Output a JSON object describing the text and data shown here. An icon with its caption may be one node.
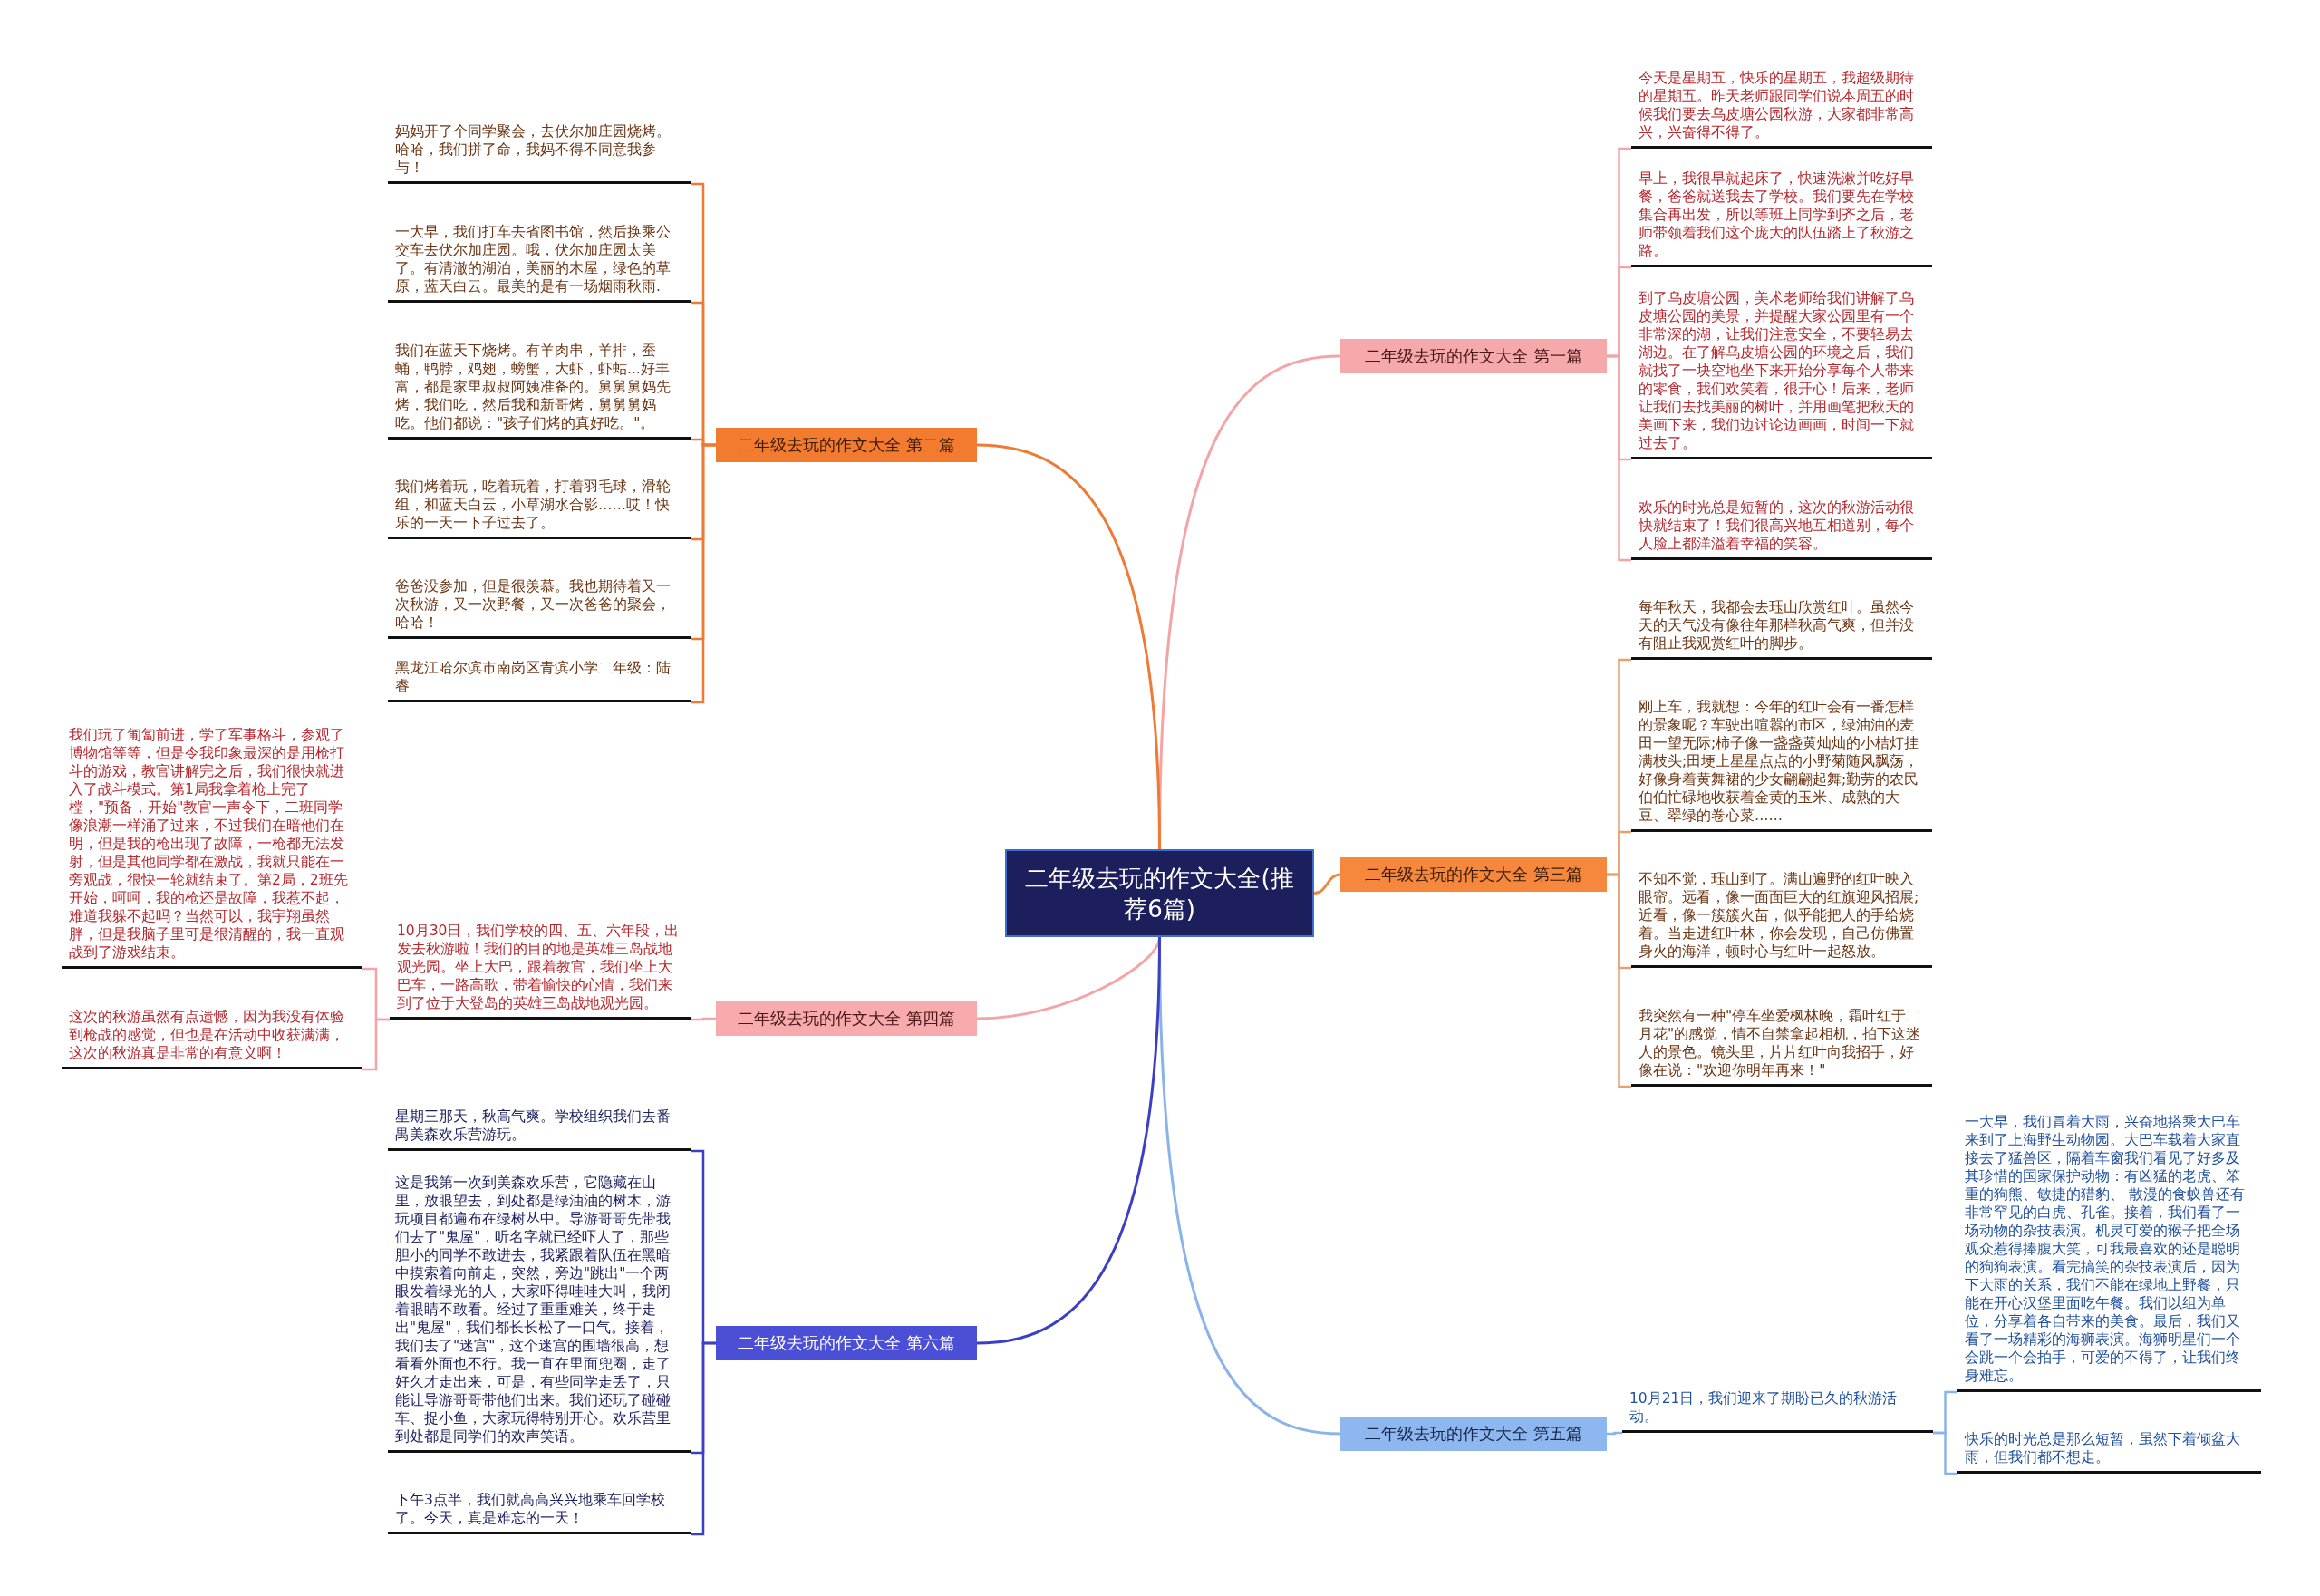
{
  "diagram": {
    "nodes": [
      {
        "text": [
          "二年级去玩的作文大全(推荐6篇)"
        ]
      },
      {
        "text": [
          "二年级去玩的作文大全 第一篇"
        ]
      },
      {
        "text": [
          "今天是星期五，快乐的星期五，我超级期待的星期五。昨天老师跟同学们说本周五的时候我们要去乌皮塘公园秋游，大家都非常高兴，兴奋得不得了。"
        ]
      },
      {
        "text": [
          "早上，我很早就起床了，快速洗漱并吃好早餐，爸爸就送我去了学校。我们要先在学校集合再出发，所以等班上同学到齐之后，老师带领着我们这个庞大的队伍踏上了秋游之路。"
        ]
      },
      {
        "text": [
          "到了乌皮塘公园，美术老师给我们讲解了乌皮塘公园的美景，并提醒大家公园里有一个非常深的湖，让我们注意安全，不要轻易去湖边。在了解乌皮塘公园的环境之后，我们就找了一块空地坐下来开始分享每个人带来的零食，我们欢笑着，很开心！后来，老师让我们去找美丽的树叶，并用画笔把秋天的美画下来，我们边讨论边画画，时间一下就过去了。"
        ]
      },
      {
        "text": [
          "欢乐的时光总是短暂的，这次的秋游活动很快就结束了！我们很高兴地互相道别，每个人脸上都洋溢着幸福的笑容。"
        ]
      },
      {
        "text": [
          "二年级去玩的作文大全 第二篇"
        ]
      },
      {
        "text": [
          "妈妈开了个同学聚会，去伏尔加庄园烧烤。哈哈，我们拼了命，我妈不得不同意我参与！"
        ]
      },
      {
        "text": [
          "一大早，我们打车去省图书馆，然后换乘公交车去伏尔加庄园。哦，伏尔加庄园太美了。有清澈的湖泊，美丽的木屋，绿色的草原，蓝天白云。最美的是有一场烟雨秋雨."
        ]
      },
      {
        "text": [
          "我们在蓝天下烧烤。有羊肉串，羊排，蚕蛹，鸭脖，鸡翅，螃蟹，大虾，虾蛄...好丰富，都是家里叔叔阿姨准备的。舅舅舅妈先烤，我们吃，然后我和新哥烤，舅舅舅妈吃。他们都说：\"孩子们烤的真好吃。\"。"
        ]
      },
      {
        "text": [
          "我们烤着玩，吃着玩着，打着羽毛球，滑轮组，和蓝天白云，小草湖水合影……哎！快乐的一天一下子过去了。"
        ]
      },
      {
        "text": [
          "爸爸没参加，但是很羡慕。我也期待着又一次秋游，又一次野餐，又一次爸爸的聚会，哈哈！"
        ]
      },
      {
        "text": [
          "黑龙江哈尔滨市南岗区青滨小学二年级：陆睿"
        ]
      },
      {
        "text": [
          "二年级去玩的作文大全 第三篇"
        ]
      },
      {
        "text": [
          "每年秋天，我都会去珏山欣赏红叶。虽然今天的天气没有像往年那样秋高气爽，但并没有阻止我观赏红叶的脚步。"
        ]
      },
      {
        "text": [
          "刚上车，我就想：今年的红叶会有一番怎样的景象呢？车驶出喧嚣的市区，绿油油的麦田一望无际;柿子像一盏盏黄灿灿的小桔灯挂满枝头;田埂上星星点点的小野菊随风飘荡，好像身着黄舞裙的少女翩翩起舞;勤劳的农民伯伯忙碌地收获着金黄的玉米、成熟的大豆、翠绿的卷心菜……"
        ]
      },
      {
        "text": [
          "不知不觉，珏山到了。满山遍野的红叶映入眼帘。远看，像一面面巨大的红旗迎风招展;近看，像一簇簇火苗，似乎能把人的手给烧着。当走进红叶林，你会发现，自己仿佛置身火的海洋，顿时心与红叶一起怒放。"
        ]
      },
      {
        "text": [
          "我突然有一种\"停车坐爱枫林晚，霜叶红于二月花\"的感觉，情不自禁拿起相机，拍下这迷人的景色。镜头里，片片红叶向我招手，好像在说：\"欢迎你明年再来！\""
        ]
      },
      {
        "text": [
          "二年级去玩的作文大全 第四篇"
        ]
      },
      {
        "text": [
          "10月30日，我们学校的四、五、六年段，出发去秋游啦！我们的目的地是英雄三岛战地观光园。坐上大巴，跟着教官，我们坐上大巴车，一路高歌，带着愉快的心情，我们来到了位于大登岛的英雄三岛战地观光园。"
        ]
      },
      {
        "text": [
          "我们玩了匍匐前进，学了军事格斗，参观了博物馆等等，但是令我印象最深的是用枪打斗的游戏，教官讲解完之后，我们很快就进入了战斗模式。第1局我拿着枪上完了樘，\"预备，开始\"教官一声令下，二班同学像浪潮一样涌了过来，不过我们在暗他们在明，但是我的枪出现了故障，一枪都无法发射，但是其他同学都在激战，我就只能在一旁观战，很快一轮就结束了。第2局，2班先开始，呵呵，我的枪还是故障，我惹不起，难道我躲不起吗？当然可以，我宇翔虽然胖，但是我脑子里可是很清醒的，我一直观战到了游戏结束。"
        ]
      },
      {
        "text": [
          "这次的秋游虽然有点遗憾，因为我没有体验到枪战的感觉，但也是在活动中收获满满，这次的秋游真是非常的有意义啊！"
        ]
      },
      {
        "text": [
          "二年级去玩的作文大全 第五篇"
        ]
      },
      {
        "text": [
          "10月21日，我们迎来了期盼已久的秋游活动。"
        ]
      },
      {
        "text": [
          "一大早，我们冒着大雨，兴奋地搭乘大巴车来到了上海野生动物园。大巴车载着大家直接去了猛兽区，隔着车窗我们看见了好多及其珍惜的国家保护动物：有凶猛的老虎、笨重的狗熊、敏捷的猎豹、 散漫的食蚁兽还有非常罕见的白虎、孔雀。接着，我们看了一场动物的杂技表演。机灵可爱的猴子把全场观众惹得捧腹大笑，可我最喜欢的还是聪明的狗狗表演。看完搞笑的杂技表演后，因为下大雨的关系，我们不能在绿地上野餐，只能在开心汉堡里面吃午餐。我们以组为单位，分享着各自带来的美食。最后，我们又看了一场精彩的海狮表演。海狮明星们一个会跳一个会拍手，可爱的不得了，让我们终身难忘。"
        ]
      },
      {
        "text": [
          "快乐的时光总是那么短暂，虽然下着倾盆大雨，但我们都不想走。"
        ]
      },
      {
        "text": [
          "二年级去玩的作文大全 第六篇"
        ]
      },
      {
        "text": [
          "星期三那天，秋高气爽。学校组织我们去番禺美森欢乐营游玩。"
        ]
      },
      {
        "text": [
          "这是我第一次到美森欢乐营，它隐藏在山里，放眼望去，到处都是绿油油的树木，游玩项目都遍布在绿树丛中。导游哥哥先带我们去了\"鬼屋\"，听名字就已经吓人了，那些胆小的同学不敢进去，我紧跟着队伍在黑暗中摸索着向前走，突然，旁边\"跳出\"一个两眼发着绿光的人，大家吓得哇哇大叫，我闭着眼睛不敢看。经过了重重难关，终于走出\"鬼屋\"，我们都长长松了一口气。接着，我们去了\"迷宫\"，这个迷宫的围墙很高，想看看外面也不行。我一直在里面兜圈，走了好久才走出来，可是，有些同学走丢了，只能让导游哥哥带他们出来。我们还玩了碰碰车、捉小鱼，大家玩得特别开心。欢乐营里到处都是同学们的欢声笑语。"
        ]
      },
      {
        "text": [
          "下午3点半，我们就高高兴兴地乘车回学校了。今天，真是难忘的一天！"
        ]
      }
    ],
    "edges": [
      {
        "from": 0,
        "to": 1,
        "arrow": "none",
        "color": "#f4a4a6"
      },
      {
        "from": 0,
        "to": 6,
        "arrow": "none",
        "color": "#ee7a33"
      },
      {
        "from": 0,
        "to": 13,
        "arrow": "none",
        "color": "#f0883c"
      },
      {
        "from": 0,
        "to": 18,
        "arrow": "none",
        "color": "#f4a4a6"
      },
      {
        "from": 0,
        "to": 22,
        "arrow": "none",
        "color": "#8ab3ea"
      },
      {
        "from": 0,
        "to": 26,
        "arrow": "none",
        "color": "#3c3fc4"
      },
      {
        "from": 1,
        "to": 2,
        "arrow": "none",
        "color": "#f4a4a6"
      },
      {
        "from": 1,
        "to": 3,
        "arrow": "none",
        "color": "#f4a4a6"
      },
      {
        "from": 1,
        "to": 4,
        "arrow": "none",
        "color": "#f4a4a6"
      },
      {
        "from": 1,
        "to": 5,
        "arrow": "none",
        "color": "#f4a4a6"
      },
      {
        "from": 6,
        "to": 7,
        "arrow": "none",
        "color": "#ee7a33"
      },
      {
        "from": 6,
        "to": 8,
        "arrow": "none",
        "color": "#ee7a33"
      },
      {
        "from": 6,
        "to": 9,
        "arrow": "none",
        "color": "#ee7a33"
      },
      {
        "from": 6,
        "to": 10,
        "arrow": "none",
        "color": "#ee7a33"
      },
      {
        "from": 6,
        "to": 11,
        "arrow": "none",
        "color": "#ee7a33"
      },
      {
        "from": 6,
        "to": 12,
        "arrow": "none",
        "color": "#ee7a33"
      },
      {
        "from": 13,
        "to": 14,
        "arrow": "none",
        "color": "#e9a070"
      },
      {
        "from": 13,
        "to": 15,
        "arrow": "none",
        "color": "#e9a070"
      },
      {
        "from": 13,
        "to": 16,
        "arrow": "none",
        "color": "#e9a070"
      },
      {
        "from": 13,
        "to": 17,
        "arrow": "none",
        "color": "#e9a070"
      },
      {
        "from": 18,
        "to": 19,
        "arrow": "none",
        "color": "#f4a4a6"
      },
      {
        "from": 19,
        "to": 20,
        "arrow": "none",
        "color": "#f4a4a6"
      },
      {
        "from": 19,
        "to": 21,
        "arrow": "none",
        "color": "#f4a4a6"
      },
      {
        "from": 22,
        "to": 23,
        "arrow": "none",
        "color": "#8ab3ea"
      },
      {
        "from": 23,
        "to": 24,
        "arrow": "none",
        "color": "#8ab3ea"
      },
      {
        "from": 23,
        "to": 25,
        "arrow": "none",
        "color": "#8ab3ea"
      },
      {
        "from": 26,
        "to": 27,
        "arrow": "none",
        "color": "#3c3fc4"
      },
      {
        "from": 26,
        "to": 28,
        "arrow": "none",
        "color": "#3c3fc4"
      },
      {
        "from": 26,
        "to": 29,
        "arrow": "none",
        "color": "#3c3fc4"
      }
    ]
  }
}
